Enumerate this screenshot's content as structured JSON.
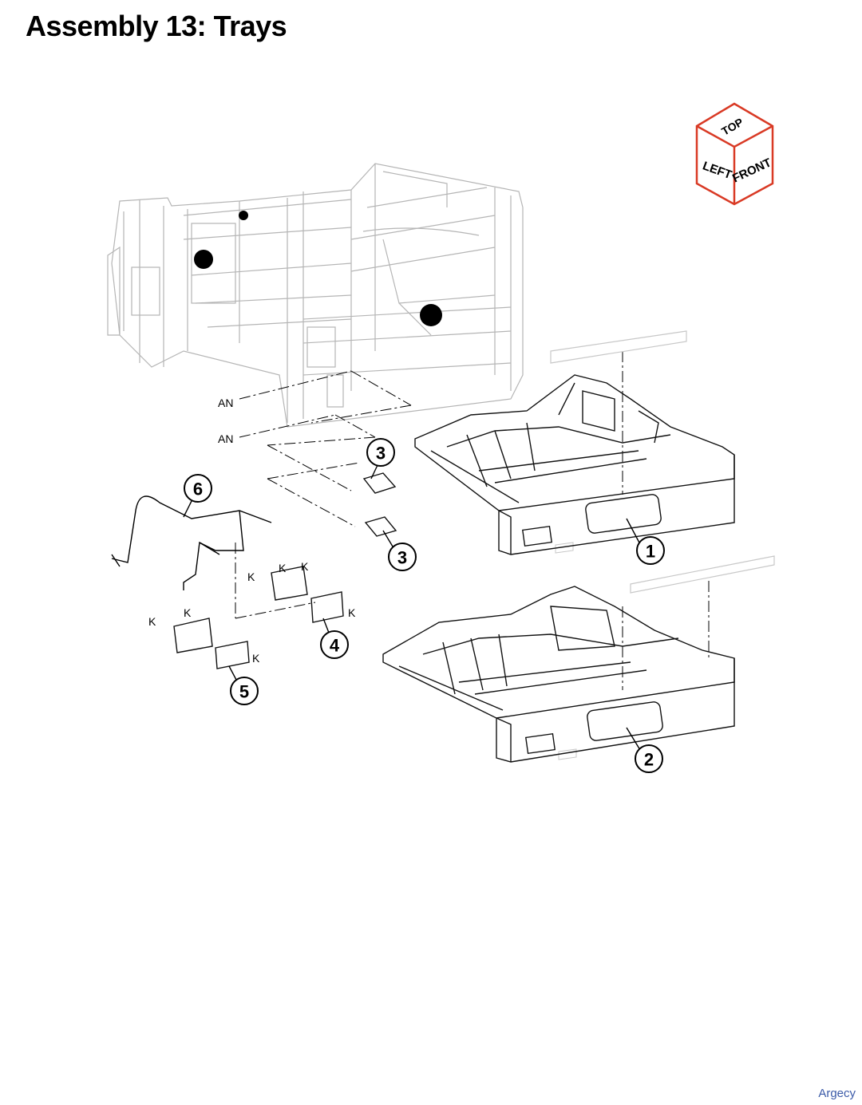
{
  "title": "Assembly 13: Trays",
  "watermark": "Argecy",
  "orientation_cube": {
    "top": "TOP",
    "left": "LEFT",
    "front": "FRONT",
    "edge_color": "#d93a25"
  },
  "callouts": [
    "1",
    "2",
    "3",
    "3",
    "4",
    "5",
    "6"
  ],
  "labels": {
    "an_1": "AN",
    "an_2": "AN",
    "k": [
      "K",
      "K",
      "K",
      "K",
      "K",
      "K",
      "K"
    ]
  }
}
